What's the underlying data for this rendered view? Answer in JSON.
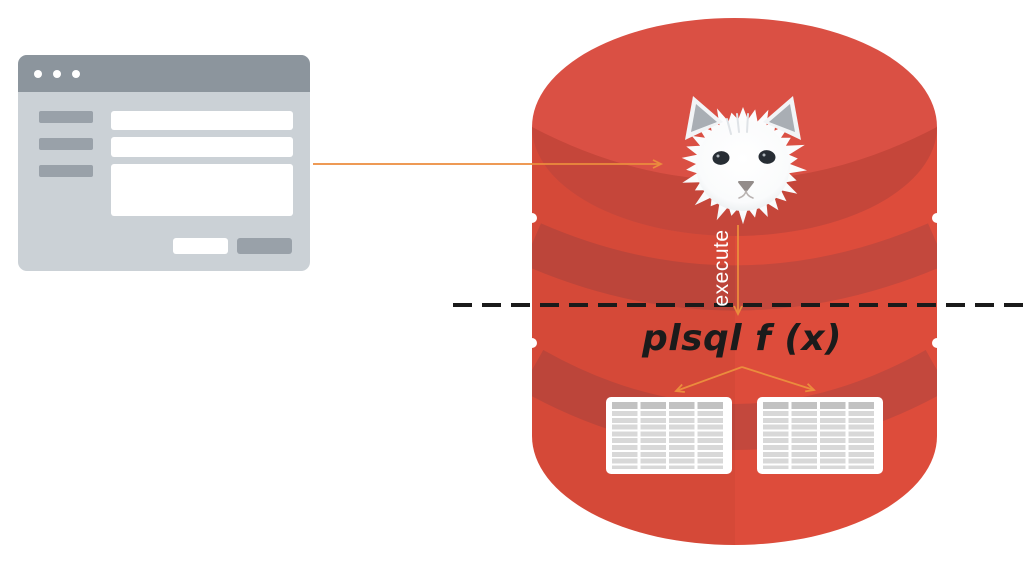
{
  "client_window": {
    "icon": "browser-window-icon",
    "traffic_dots": 3,
    "form_fields": 3,
    "buttons": 2
  },
  "flow": {
    "request_arrow_icon": "arrow-right-icon",
    "execute_label": "execute",
    "execute_arrow_icon": "arrow-down-icon",
    "function_label": "plsql f (x)",
    "fork_arrow_icon": "fork-arrows-icon"
  },
  "database": {
    "icon": "database-cylinder-icon",
    "segments": 3,
    "table_icons": 2
  },
  "cat": {
    "icon": "cat-face-icon"
  },
  "boundary": {
    "icon": "dashed-line-icon"
  },
  "colors": {
    "accent": "#EB8C3D",
    "dash": "#1a1a1a",
    "db_top": "#DA5044",
    "db_top_shadow": "#C5463A",
    "db_body": "#DD4C3B",
    "db_band": "#C3483D",
    "win_bar": "#8C959D",
    "win_body": "#CBD1D6",
    "win_muted": "#99A1A9",
    "table_cell": "#D8D8D8",
    "table_header": "#C2C2C2",
    "text_dark": "#1B1B1B",
    "cat_shade": "#A9AEB4"
  }
}
